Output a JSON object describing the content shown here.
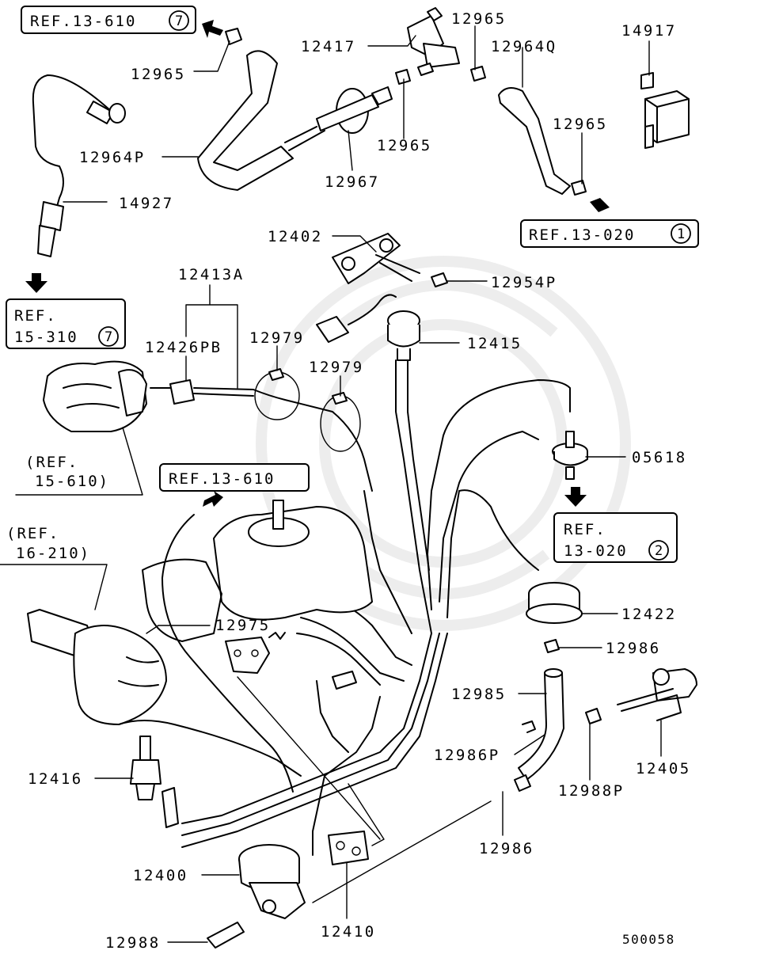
{
  "parts": {
    "p12965_a": "12965",
    "p12417": "12417",
    "p12965_b": "12965",
    "p12964Q": "12964Q",
    "p14917": "14917",
    "p12965_c": "12965",
    "p12964P": "12964P",
    "p12965_d": "12965",
    "p12967": "12967",
    "p14927": "14927",
    "p12402": "12402",
    "p12954P": "12954P",
    "p12413A": "12413A",
    "p12426PB": "12426PB",
    "p12979_a": "12979",
    "p12979_b": "12979",
    "p12415": "12415",
    "p05618": "05618",
    "p12422": "12422",
    "p12975": "12975",
    "p12986_a": "12986",
    "p12985": "12985",
    "p12986P": "12986P",
    "p12405": "12405",
    "p12988P": "12988P",
    "p12416": "12416",
    "p12986_b": "12986",
    "p12400": "12400",
    "p12410": "12410",
    "p12988": "12988"
  },
  "refs": {
    "ref_top_left": {
      "text": "REF.13-610",
      "num": "7"
    },
    "ref_right_top": {
      "text": "REF.13-020",
      "num": "1"
    },
    "ref_left_mid_1": "REF.",
    "ref_left_mid_2": "15-310",
    "ref_left_mid_num": "7",
    "ref_15610_1": "(REF.",
    "ref_15610_2": "15-610)",
    "ref_center": "REF.13-610",
    "ref_right_mid_1": "REF.",
    "ref_right_mid_2": "13-020",
    "ref_right_mid_num": "2",
    "ref_16210_1": "(REF.",
    "ref_16210_2": "16-210)"
  },
  "diagram_code": "500058"
}
